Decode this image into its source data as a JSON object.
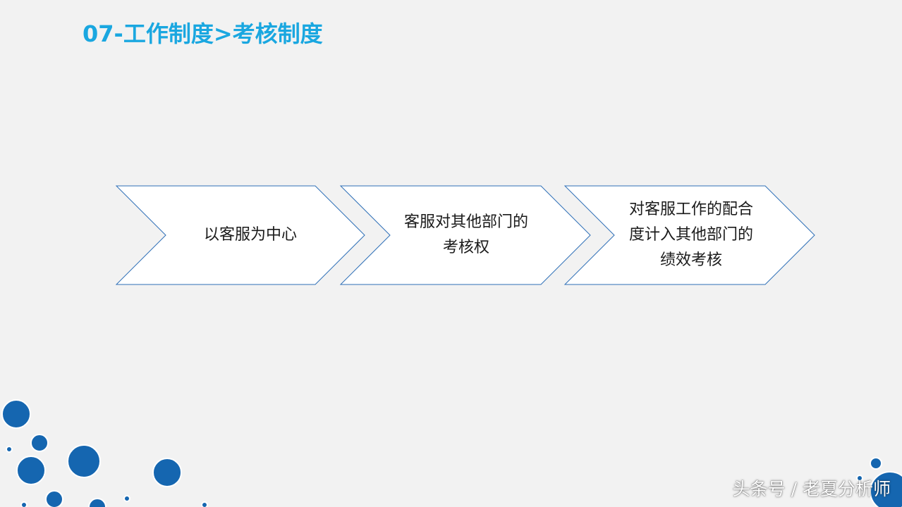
{
  "slide": {
    "title": "07-工作制度>考核制度"
  },
  "colors": {
    "accent": "#1aa7e0",
    "chevron_stroke": "#2e6fb7",
    "chevron_fill": "#ffffff",
    "bubble_fill": "#1566b0",
    "bubble_ring": "#ffffff"
  },
  "diagram": {
    "steps": [
      {
        "lines": [
          "以客服为中心"
        ]
      },
      {
        "lines": [
          "客服对其他部门的",
          "考核权"
        ]
      },
      {
        "lines": [
          "对客服工作的配合",
          "度计入其他部门的",
          "绩效考核"
        ]
      }
    ]
  },
  "watermark": {
    "text": "头条号 / 老夏分析师"
  }
}
